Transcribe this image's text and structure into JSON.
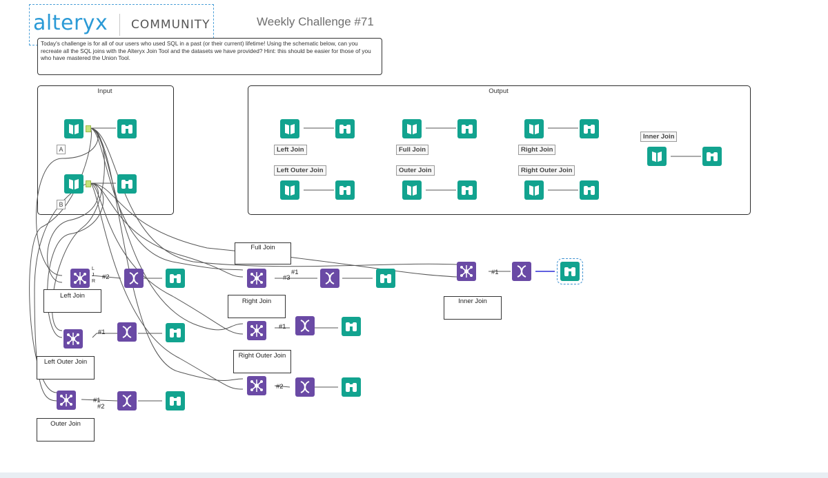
{
  "header": {
    "logo": "alteryx",
    "community": "COMMUNITY",
    "challenge": "Weekly Challenge #71"
  },
  "description": "Today's challenge is for all of our users who used SQL in a past (or their current) lifetime! Using the schematic below, can you recreate all the SQL joins with the Alteryx Join Tool and the datasets we have provided? Hint: this should be easier for those of you who have mastered the Union Tool.",
  "input": {
    "title": "Input",
    "labels": [
      "A",
      "B"
    ]
  },
  "output": {
    "title": "Output",
    "labels": [
      "Left Join",
      "Full Join",
      "Right Join",
      "Inner Join",
      "Left Outer Join",
      "Outer Join",
      "Right Outer Join"
    ]
  },
  "canvas_labels": [
    "Full Join",
    "Left Join",
    "Right Join",
    "Inner Join",
    "Left Outer Join",
    "Right Outer Join",
    "Outer Join"
  ],
  "annotations": [
    "#2",
    "#1",
    "#3",
    "#1",
    "#1",
    "#1",
    "#2",
    "#1",
    "#2"
  ],
  "anchor_letters": [
    "L",
    "R",
    "J"
  ],
  "icons": {
    "input": "book-icon",
    "browse": "binoculars-icon",
    "join": "join-icon",
    "union": "dna-icon"
  },
  "colors": {
    "teal": "#12a38f",
    "purple": "#6a4aa5",
    "brand": "#2b9ad6",
    "anchor": "#c7e37a"
  }
}
